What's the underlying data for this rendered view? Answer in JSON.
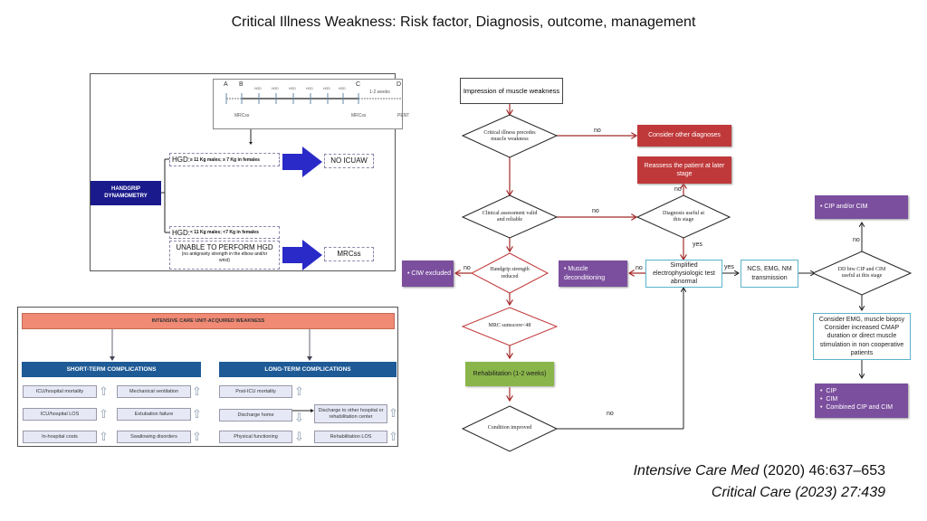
{
  "title": "Critical Illness Weakness: Risk factor, Diagnosis, outcome, management",
  "references": [
    {
      "journal": "Intensive Care Med",
      "rest": " (2020) 46:637–653"
    },
    {
      "journal": "Critical Care (2023) 27:439",
      "rest": ""
    }
  ],
  "panel_a": {
    "timeline": {
      "points": [
        "A",
        "B",
        "C",
        "D"
      ],
      "small_labels": [
        "HGD",
        "HGD",
        "HGD",
        "HGD",
        "HGD",
        "HGD"
      ],
      "interval_label": "1-2 weeks",
      "below_labels": [
        "MRCss",
        "MRCss",
        "PENT"
      ]
    },
    "handgrip_label": "HANDGRIP DYNAMOMETRY",
    "upper_condition": {
      "prefix": "HGD: ",
      "text": "≥ 11 Kg males; ≥ 7 Kg in females"
    },
    "upper_result": "NO ICUAW",
    "lower_condition": {
      "prefix": "HGD: ",
      "text": "< 11 Kg males; <7 Kg in females"
    },
    "unable_title": "UNABLE TO PERFORM HGD",
    "unable_sub": "(no antigravity strength in the elbow and/or wrist)",
    "lower_result": "MRCss"
  },
  "panel_b": {
    "header": "INTENSIVE CARE UNIT-ACQUIRED WEAKNESS",
    "short_term": {
      "title": "SHORT-TERM COMPLICATIONS",
      "items": [
        {
          "label": "ICU/hospital mortality",
          "trend": "⇧"
        },
        {
          "label": "Mechanical ventilation",
          "trend": "⇧"
        },
        {
          "label": "ICU/hospital LOS",
          "trend": "⇧"
        },
        {
          "label": "Extubation failure",
          "trend": "⇧"
        },
        {
          "label": "In-hospital costs",
          "trend": "⇧"
        },
        {
          "label": "Swallowing disorders",
          "trend": "⇧"
        }
      ]
    },
    "long_term": {
      "title": "LONG-TERM COMPLICATIONS",
      "items": [
        {
          "label": "Post-ICU mortality",
          "trend": "⇧"
        },
        {
          "label": "Discharge home",
          "trend": "⇩"
        },
        {
          "label": "Discharge to other hospital or rehabilitation center",
          "trend": "⇧"
        },
        {
          "label": "Physical functioning",
          "trend": "⇩"
        },
        {
          "label": "Rehabilitation LOS",
          "trend": "⇧"
        }
      ]
    }
  },
  "flowchart": {
    "start": "Impression of muscle weakness",
    "d1": "Critical illness precedes muscle weakness",
    "d1_no": "no",
    "other_dx": "Consider other diagnoses",
    "d2": "Clinical assessment valid and reliable",
    "d2_no": "no",
    "reassess": "Reassess the patient at later stage",
    "d3": "Diagnosis useful at this stage",
    "d3_no": "no",
    "d3_yes": "yes",
    "d4": "Handgrip strength reduced",
    "d4_no": "no",
    "ciw_excluded": "• CIW excluded",
    "deconditioning": "•   Muscle deconditioning",
    "electro": "Simplified electrophysiologic test abnormal",
    "electro_no": "no",
    "electro_yes": "yes",
    "ncs": "NCS, EMG, NM transmission",
    "d5": "MRC sumscore<48",
    "rehab": "Rehabilitation (1-2 weeks)",
    "d6": "Condition improved",
    "d6_no": "no",
    "d7": "DD btw CIP and CIM useful at this stage",
    "d7_no": "no",
    "cip_or_cim": "•   CIP and/or CIM",
    "consider": "Consider EMG, muscle biopsy Consider increased CMAP duration or direct muscle stimulation in non cooperative patients",
    "final": [
      "CIP",
      "CIM",
      "Combined CIP and CIM"
    ]
  }
}
